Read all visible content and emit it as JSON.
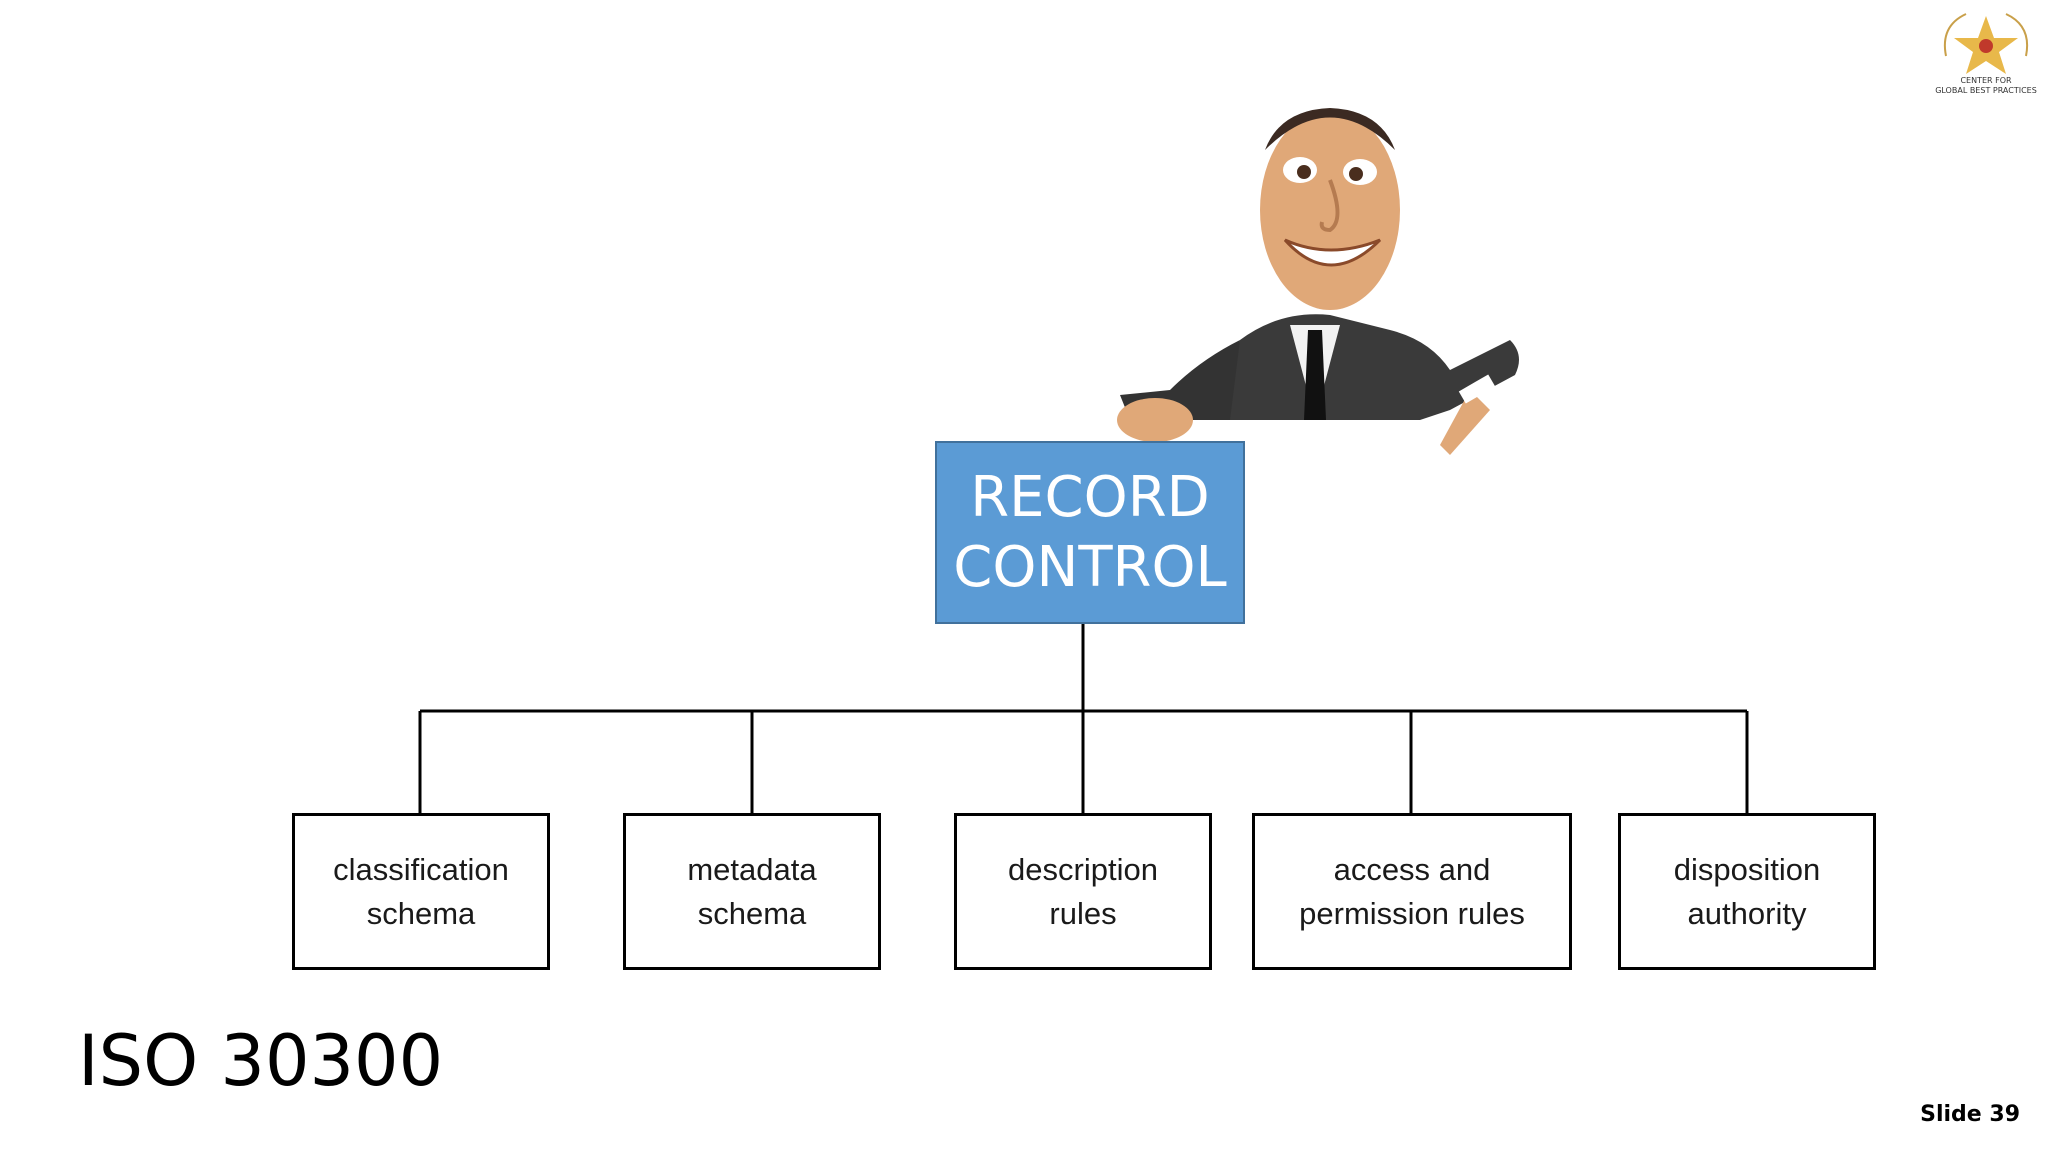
{
  "root": {
    "line1": "RECORD",
    "line2": "CONTROL"
  },
  "children": [
    {
      "line1": "classification",
      "line2": "schema"
    },
    {
      "line1": "metadata",
      "line2": "schema"
    },
    {
      "line1": "description",
      "line2": "rules"
    },
    {
      "line1": "access and",
      "line2": "permission rules"
    },
    {
      "line1": "disposition",
      "line2": "authority"
    }
  ],
  "title": "ISO 30300",
  "slide_number": "Slide 39",
  "logo": {
    "line1": "CENTER FOR",
    "line2": "GLOBAL BEST PRACTICES",
    "icon": "star-icon"
  },
  "colors": {
    "root_fill": "#5b9bd5",
    "root_border": "#41719c",
    "star": "#e8b84a",
    "star_center": "#c0392b"
  }
}
